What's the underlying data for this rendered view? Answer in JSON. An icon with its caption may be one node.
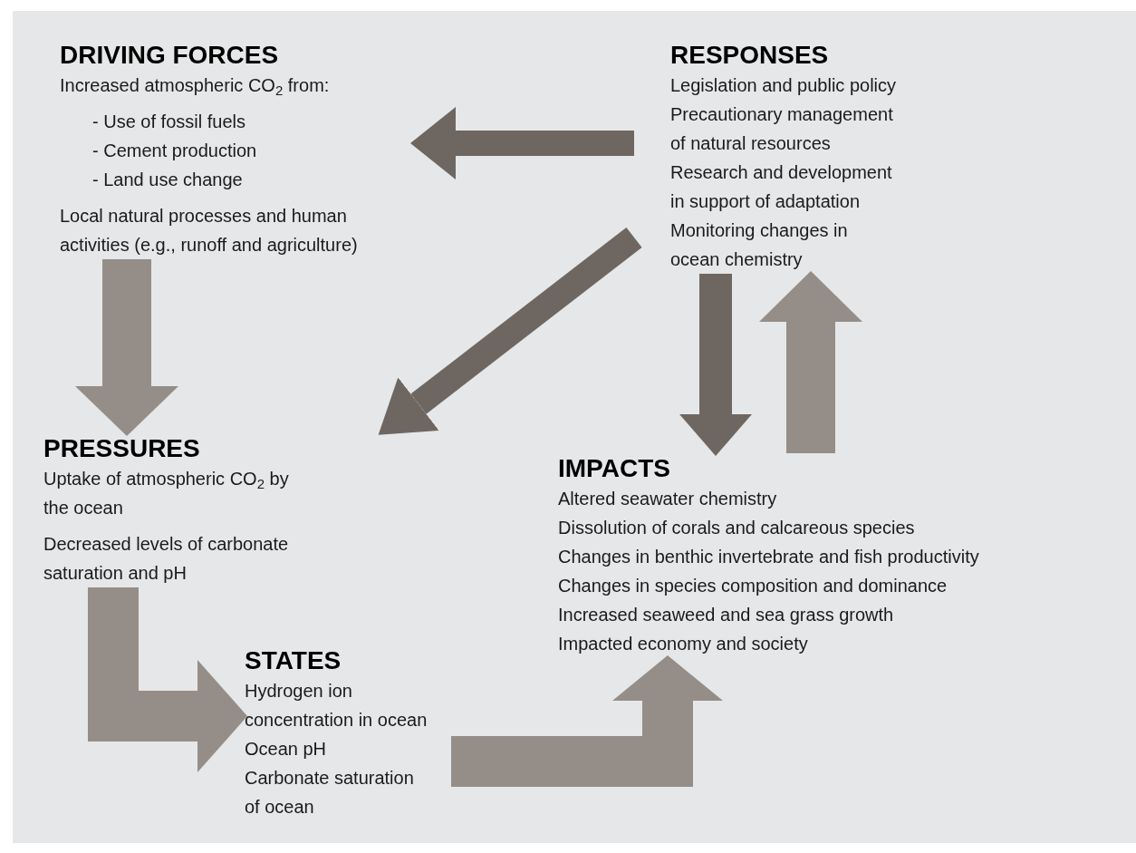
{
  "diagram": {
    "nodes": [
      {
        "text": [
          "DRIVING FORCES",
          "Increased atmospheric CO$_{2}$ from:",
          "- Use of fossil fuels",
          "- Cement production",
          "- Land use change",
          "Local natural processes and human activities (e.g., runoff and agriculture)"
        ]
      },
      {
        "text": [
          "RESPONSES",
          "Legislation and public policy",
          "Precautionary management of natural resources",
          "Research and development in support of adaptation",
          "Monitoring changes in ocean chemistry"
        ]
      },
      {
        "text": [
          "PRESSURES",
          "Uptake of atmospheric CO$_{2}$ by the ocean",
          "Decreased levels of carbonate saturation and pH"
        ]
      },
      {
        "text": [
          "STATES",
          "Hydrogen ion concentration in ocean",
          "Ocean pH",
          "Carbonate saturation of ocean"
        ]
      },
      {
        "text": [
          "IMPACTS",
          "Altered seawater chemistry",
          "Dissolution of corals and calcareous species",
          "Changes in benthic invertebrate and fish productivity",
          "Changes in species composition and dominance",
          "Increased seaweed and sea grass growth",
          "Impacted economy and society"
        ]
      }
    ],
    "edges": [
      {
        "from": 1,
        "to": 0,
        "arrow": "to",
        "color": "#6e6761"
      },
      {
        "from": 1,
        "to": 2,
        "arrow": "to",
        "color": "#6e6761"
      },
      {
        "from": 0,
        "to": 2,
        "arrow": "to"
      },
      {
        "from": 2,
        "to": 3,
        "arrow": "to"
      },
      {
        "from": 3,
        "to": 4,
        "arrow": "to"
      },
      {
        "from": 1,
        "to": 4,
        "arrow": "to",
        "color": "#6e6761"
      },
      {
        "from": 4,
        "to": 1,
        "arrow": "to"
      }
    ]
  }
}
